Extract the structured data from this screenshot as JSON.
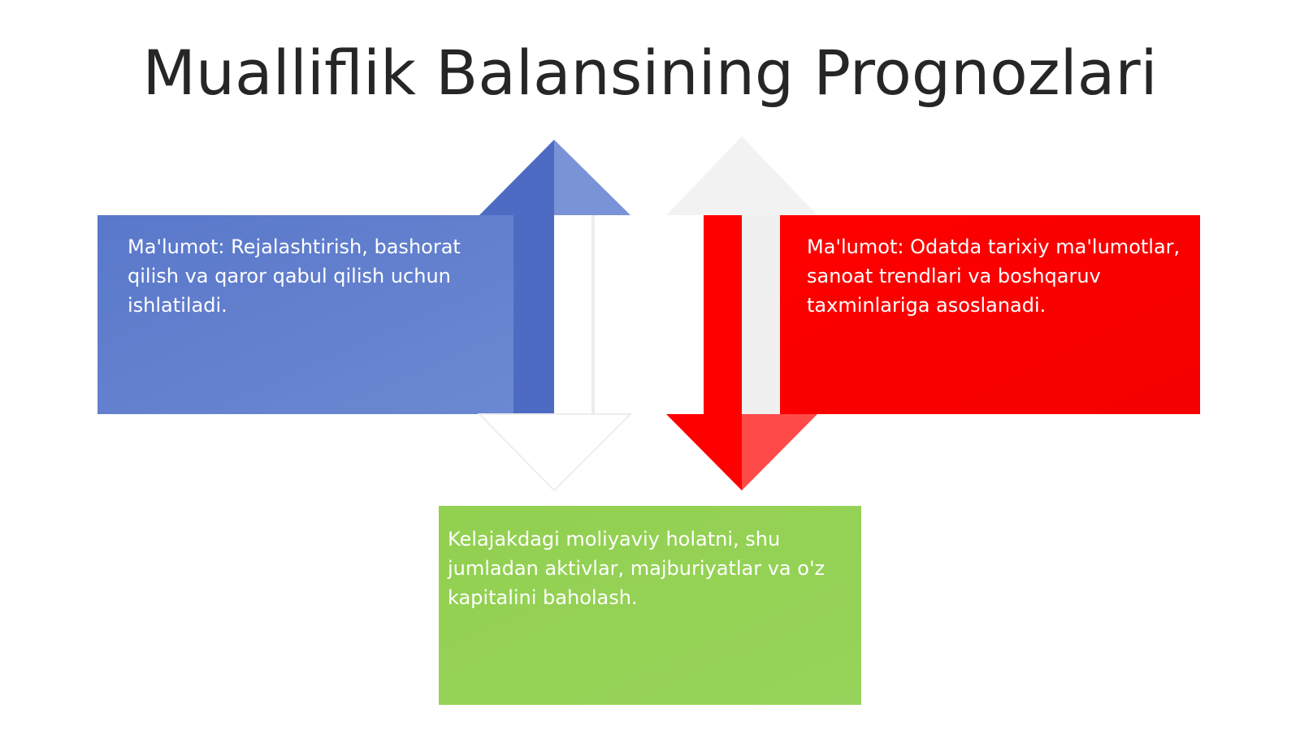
{
  "title": "Mualliflik Balansining Prognozlari",
  "colors": {
    "blue": "#4F6FC6",
    "blue_light": "#6A87CE",
    "red": "#FF0000",
    "red_light": "#FF4444",
    "green": "#92D050",
    "grey_arrow": "#F0F0F0"
  },
  "boxes": {
    "blue": {
      "text": "Ma'lumot: Rejalashtirish, bashorat qilish va qaror qabul qilish uchun ishlatiladi."
    },
    "red": {
      "text": "Ma'lumot: Odatda tarixiy ma'lumotlar, sanoat trendlari va boshqaruv taxminlariga asoslanadi."
    },
    "green": {
      "text": "Kelajakdagi moliyaviy holatni, shu jumladan aktivlar, majburiyatlar va o'z kapitalini baholash."
    }
  }
}
